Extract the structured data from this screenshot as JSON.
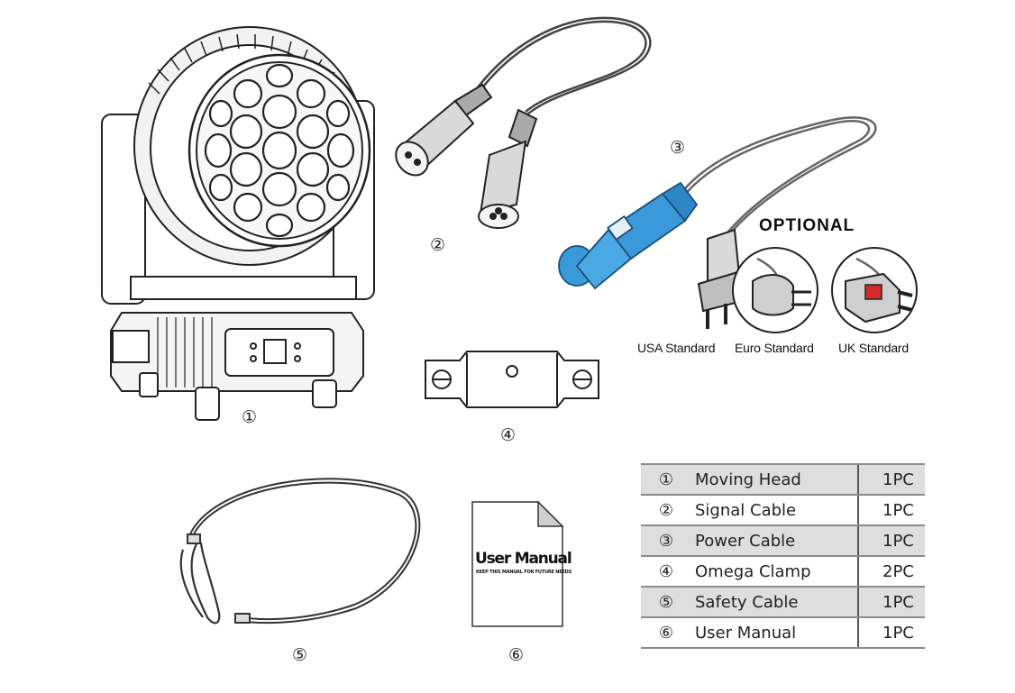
{
  "labels": {
    "optional": "OPTIONAL",
    "usa": "USA Standard",
    "euro": "Euro Standard",
    "uk": "UK Standard"
  },
  "numbers": {
    "n1": "①",
    "n2": "②",
    "n3": "③",
    "n4": "④",
    "n5": "⑤",
    "n6": "⑥"
  },
  "manual": {
    "title": "User Manual",
    "subtitle": "KEEP THIS MANUAL FOR FUTURE NEEDS"
  },
  "items": [
    {
      "num": "①",
      "name": "Moving Head",
      "qty": "1PC"
    },
    {
      "num": "②",
      "name": "Signal Cable",
      "qty": "1PC"
    },
    {
      "num": "③",
      "name": "Power Cable",
      "qty": "1PC"
    },
    {
      "num": "④",
      "name": "Omega Clamp",
      "qty": "2PC"
    },
    {
      "num": "⑤",
      "name": "Safety Cable",
      "qty": "1PC"
    },
    {
      "num": "⑥",
      "name": "User Manual",
      "qty": "1PC"
    }
  ],
  "colors": {
    "connector_blue": "#3a9ad9",
    "uk_red": "#d42a2a",
    "table_shade": "#dedede"
  }
}
